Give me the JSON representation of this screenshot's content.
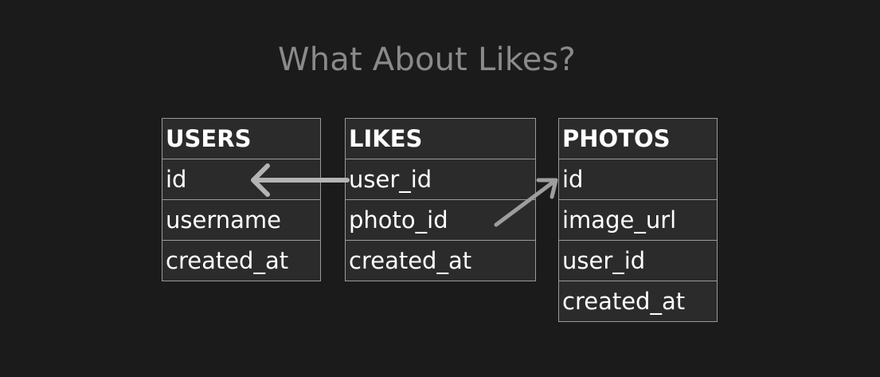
{
  "title": "What About Likes?",
  "tables": [
    {
      "name": "USERS",
      "fields": [
        "id",
        "username",
        "created_at"
      ]
    },
    {
      "name": "LIKES",
      "fields": [
        "user_id",
        "photo_id",
        "created_at"
      ]
    },
    {
      "name": "PHOTOS",
      "fields": [
        "id",
        "image_url",
        "user_id",
        "created_at"
      ]
    }
  ],
  "relationships": [
    {
      "from": "LIKES.user_id",
      "to": "USERS.id"
    },
    {
      "from": "LIKES.photo_id",
      "to": "PHOTOS.id"
    }
  ],
  "colors": {
    "background": "#1b1b1b",
    "title": "#8a8a8a",
    "table_fill": "#2b2b2b",
    "table_border": "#9a9a9a",
    "text": "#ffffff",
    "arrow": "#b4b4b4"
  }
}
